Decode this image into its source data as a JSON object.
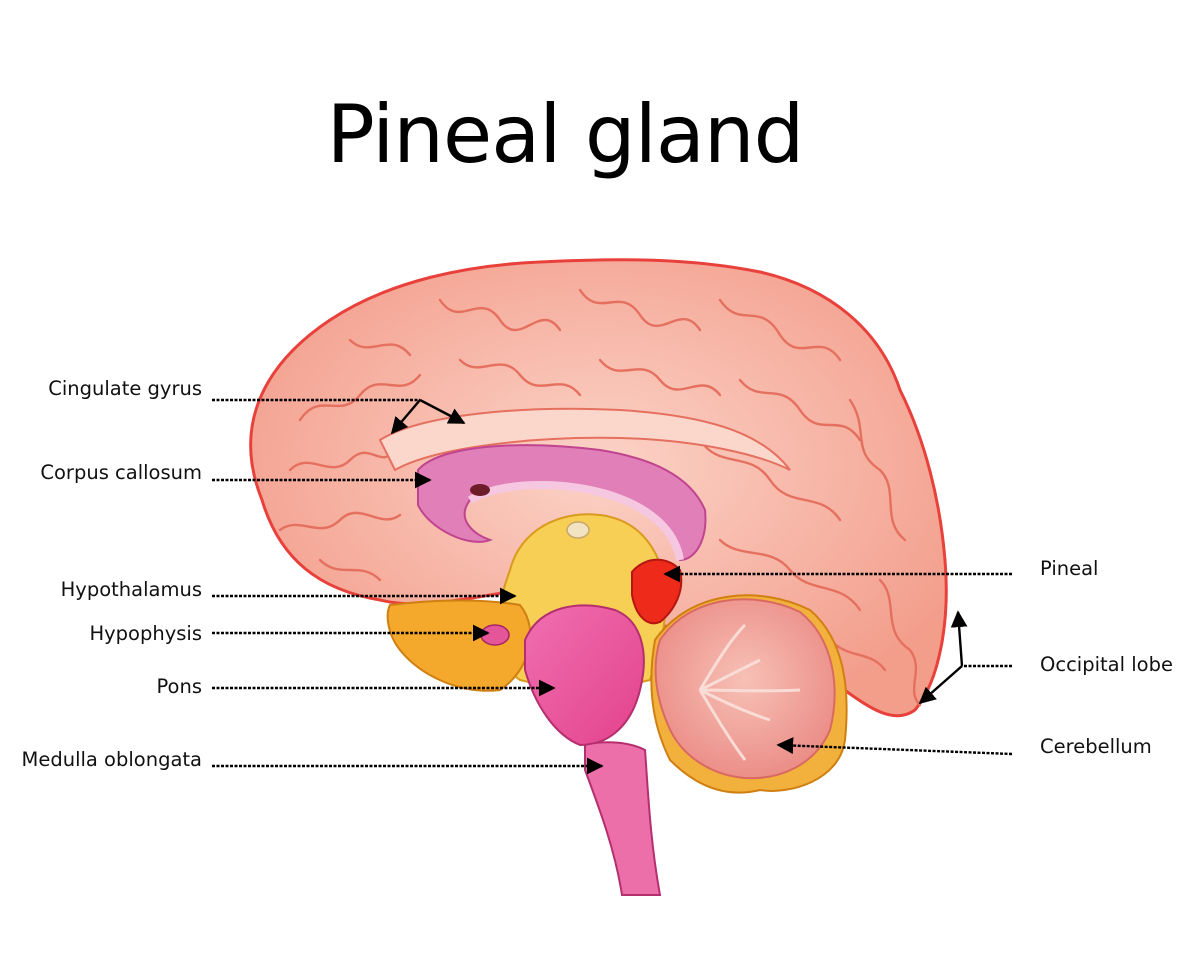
{
  "title": "Pineal gland",
  "labels": {
    "cingulate_gyrus": "Cingulate gyrus",
    "corpus_callosum": "Corpus callosum",
    "hypothalamus": "Hypothalamus",
    "hypophysis": "Hypophysis",
    "pons": "Pons",
    "medulla_oblongata": "Medulla oblongata",
    "pineal": "Pineal",
    "occipital_lobe": "Occipital lobe",
    "cerebellum": "Cerebellum"
  },
  "colors": {
    "cerebrum": "#f6b6a6",
    "cerebrum_outline": "#e8413c",
    "corpus_callosum": "#e07fb8",
    "midbrain": "#f5c242",
    "brainstem": "#e5559a",
    "cerebellum": "#f0a39a",
    "pineal": "#ee2a1b",
    "arrow": "#000000"
  }
}
